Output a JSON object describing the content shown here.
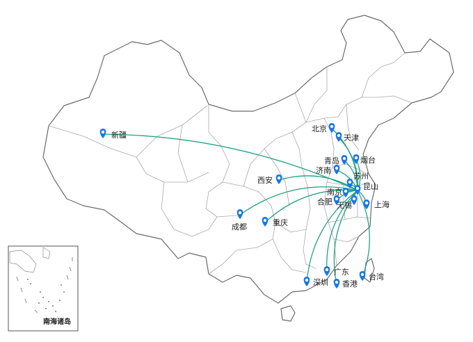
{
  "map": {
    "hub": "昆山",
    "route_color": "#1fa383",
    "marker_color": "#1677e8",
    "inset_label": "南海诸岛",
    "cities": [
      {
        "name": "新疆"
      },
      {
        "name": "北京"
      },
      {
        "name": "天津"
      },
      {
        "name": "青岛"
      },
      {
        "name": "烟台"
      },
      {
        "name": "济南"
      },
      {
        "name": "苏州"
      },
      {
        "name": "西安"
      },
      {
        "name": "南京"
      },
      {
        "name": "昆山"
      },
      {
        "name": "合肥"
      },
      {
        "name": "无锡"
      },
      {
        "name": "上海"
      },
      {
        "name": "成都"
      },
      {
        "name": "重庆"
      },
      {
        "name": "广东"
      },
      {
        "name": "深圳"
      },
      {
        "name": "香港"
      },
      {
        "name": "台湾"
      }
    ]
  }
}
